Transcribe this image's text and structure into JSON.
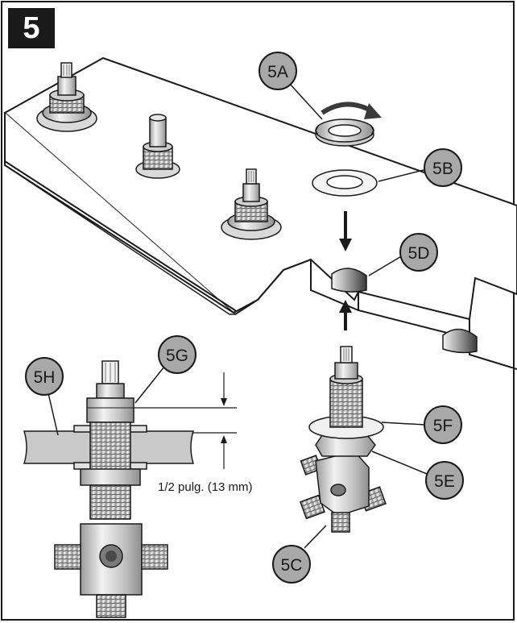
{
  "step": {
    "number": "5"
  },
  "callouts": {
    "c5A": "5A",
    "c5B": "5B",
    "c5C": "5C",
    "c5D": "5D",
    "c5E": "5E",
    "c5F": "5F",
    "c5G": "5G",
    "c5H": "5H"
  },
  "measurement": {
    "label": "1/2 pulg. (13 mm)"
  },
  "colors": {
    "outline": "#1a1a1a",
    "callout_fill": "#a8a8a8",
    "metal_light": "#e4e4e4",
    "metal_mid": "#bdbdbd",
    "metal_dark": "#8a8a8a",
    "deck_edge": "#c9c9c9"
  }
}
